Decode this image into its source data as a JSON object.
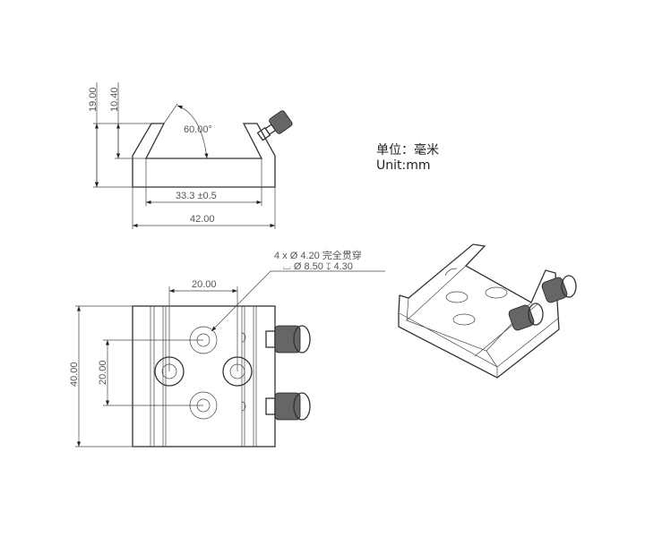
{
  "units": {
    "cn": "单位：毫米",
    "en": "Unit:mm"
  },
  "front_view": {
    "height_total": "19.00",
    "height_groove": "10.40",
    "angle": "60.00°",
    "inner_width": "33.3 ±0.5",
    "outer_width": "42.00"
  },
  "top_view": {
    "hole_spacing_x": "20.00",
    "hole_spacing_y": "20.00",
    "length": "40.00",
    "hole_callout_line1": "4 x Ø 4.20 完全贯穿",
    "hole_callout_line2": "⌴ Ø 8.50 ↧ 4.30"
  }
}
